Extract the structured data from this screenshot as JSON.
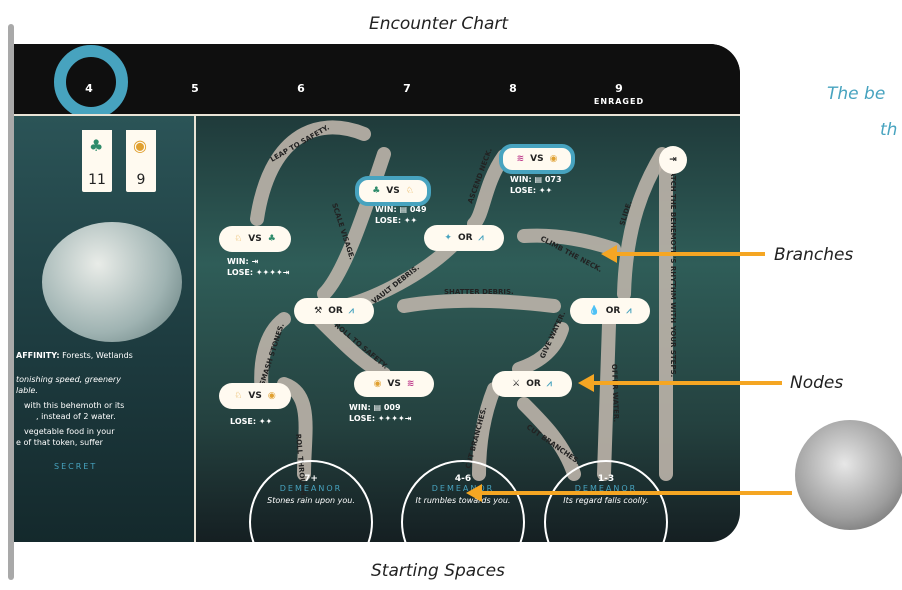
{
  "annotations": {
    "encounter_chart": "Encounter Chart",
    "starting_spaces": "Starting Spaces",
    "branches": "Branches",
    "nodes": "Nodes",
    "top_right_1": "The be",
    "top_right_2": "th"
  },
  "columns": {
    "c4": "4",
    "c5": "5",
    "c6": "6",
    "c7": "7",
    "c8": "8",
    "c9": "9",
    "enraged": "ENRAGED"
  },
  "stats": {
    "tree": "11",
    "eye": "9"
  },
  "left_panel": {
    "affinity_label": "AFFINITY:",
    "affinity_value": "Forests, Wetlands",
    "line1": "tonishing speed, greenery",
    "line2": "lable.",
    "line3": "with this behemoth or its",
    "line4": ", instead of 2 water.",
    "line5": "vegetable food in your",
    "line6": "e of that token, suffer",
    "secret": "SECRET"
  },
  "path_labels": {
    "leap": "LEAP TO SAFETY.",
    "scale": "SCALE VISAGE.",
    "vault": "VAULT DEBRIS.",
    "ascend": "ASCEND NECK.",
    "climb": "CLIMB THE NECK.",
    "slide": "SLIDE.",
    "match": "MATCH THE BEHEMOTH'S RHYTHM WITH YOUR STEPS.",
    "shatter": "SHATTER DEBRIS.",
    "roll_safety": "ROLL TO SAFETY.",
    "smash": "SMASH STONES.",
    "roll_through": "ROLL THROUGH.",
    "give_water": "GIVE WATER.",
    "offer_water": "OFFER WATER.",
    "cut1": "CUT BRANCHES.",
    "cut2": "CUT BRANCHES."
  },
  "nodes": {
    "vs": "VS",
    "or": "OR"
  },
  "outcomes": {
    "win": "WIN:",
    "lose": "LOSE:",
    "n049": "049",
    "n073": "073",
    "n009": "009"
  },
  "starts": [
    {
      "range": "7+",
      "label": "DEMEANOR",
      "text": "Stones rain upon you."
    },
    {
      "range": "4-6",
      "label": "DEMEANOR",
      "text": "It rumbles towards you."
    },
    {
      "range": "1-3",
      "label": "DEMEANOR",
      "text": "Its regard falls coolly."
    }
  ],
  "colors": {
    "accent": "#47a3bf",
    "arrow": "#f5a623",
    "path": "#bdb4aa",
    "node": "#fffaf0"
  }
}
